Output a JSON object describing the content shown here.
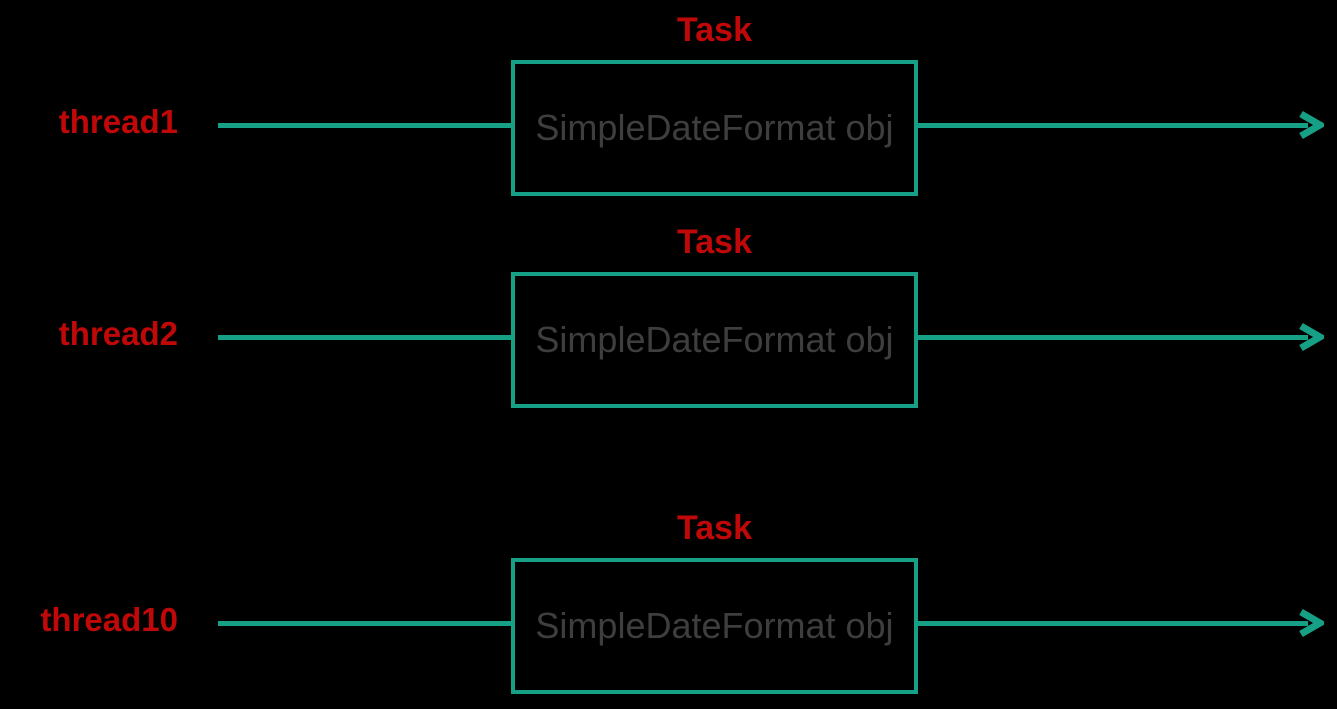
{
  "diagram": {
    "colors": {
      "background": "#000000",
      "arrow_green": "#16A085",
      "thread_red": "#C00808",
      "task_red": "#C00808",
      "box_text_gray": "#3E3E3E"
    },
    "rows": [
      {
        "thread_label": "thread1",
        "task_label": "Task",
        "box_label": "SimpleDateFormat obj"
      },
      {
        "thread_label": "thread2",
        "task_label": "Task",
        "box_label": "SimpleDateFormat obj"
      },
      {
        "thread_label": "thread10",
        "task_label": "Task",
        "box_label": "SimpleDateFormat obj"
      }
    ]
  }
}
